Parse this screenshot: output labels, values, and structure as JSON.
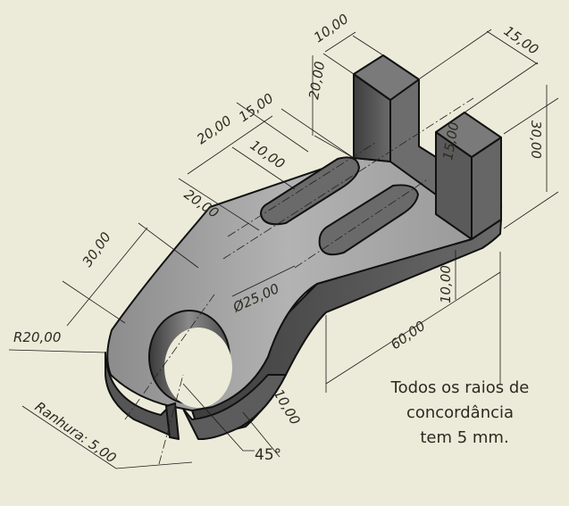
{
  "dimensions": {
    "post_width": "10,00",
    "slot_width_top": "15,00",
    "post_height": "20,00",
    "slot_spacing_a": "20,00",
    "slot_spacing_b": "15,00",
    "slot_width": "10,00",
    "slot_offset": "20,00",
    "arm_length": "30,00",
    "slot_depth": "15,00",
    "total_height": "30,00",
    "plate_thickness": "10,00",
    "plate_length": "60,00",
    "hole_diameter": "Ø25,00",
    "outer_radius": "R20,00",
    "lug_thickness": "10,00",
    "groove": "Ranhura: 5,00",
    "angle": "45°"
  },
  "note": {
    "line1": "Todos os raios de",
    "line2": "concordância",
    "line3": "tem 5 mm."
  },
  "colors": {
    "background": "#ecebd9",
    "part_light": "#a8a8a8",
    "part_dark": "#555555"
  }
}
